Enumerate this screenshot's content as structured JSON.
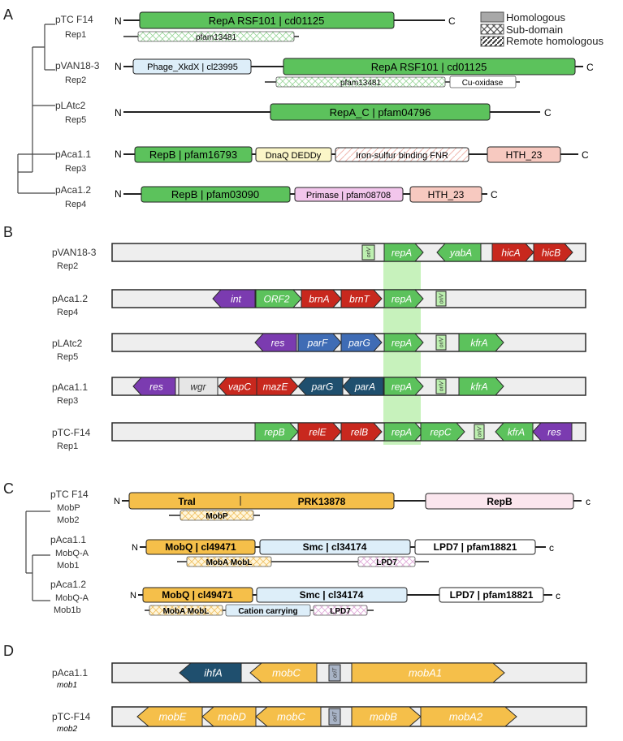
{
  "colors": {
    "green": "#5cc25c",
    "green_light": "#bdf0b0",
    "red": "#c8281e",
    "purple": "#7b3bb0",
    "blue": "#3f6cb5",
    "navy": "#1f4f6e",
    "gray": "#e6e6e6",
    "orange": "#f5bf4a",
    "pink": "#f7c9c0",
    "light_pink": "#fbe6ee",
    "light_blue": "#ddeef9",
    "light_yellow": "#fbf6c8",
    "magenta": "#f2c6ec"
  },
  "panels": {
    "A": "A",
    "B": "B",
    "C": "C",
    "D": "D"
  },
  "legend": {
    "homologous": "Homologous",
    "subdomain": "Sub-domain",
    "remote": "Remote homologous"
  },
  "termini": {
    "n": "N",
    "c": "C",
    "c_lower": "c"
  },
  "panelA": {
    "rows": [
      {
        "plasmid": "pTC F14",
        "rep": "Rep1",
        "domains": [
          {
            "label": "RepA RSF101     |     cd01125",
            "fill": "green"
          },
          {
            "label": "pfam13481",
            "fill": "sub"
          }
        ]
      },
      {
        "plasmid": "pVAN18-3",
        "rep": "Rep2",
        "domains": [
          {
            "label": "Phage_XkdX  | cl23995",
            "fill": "light_blue"
          },
          {
            "label": "RepA RSF101     |     cd01125",
            "fill": "green"
          },
          {
            "label": "pfam13481",
            "fill": "sub"
          },
          {
            "label": "Cu-oxidase",
            "fill": "white"
          }
        ]
      },
      {
        "plasmid": "pLAtc2",
        "rep": "Rep5",
        "domains": [
          {
            "label": "RepA_C          |          pfam04796",
            "fill": "green"
          }
        ]
      },
      {
        "plasmid": "pAca1.1",
        "rep": "Rep3",
        "domains": [
          {
            "label": "RepB  |  pfam16793",
            "fill": "green"
          },
          {
            "label": "DnaQ DEDDy",
            "fill": "light_yellow"
          },
          {
            "label": "Iron-sulfur binding FNR",
            "fill": "remote_white"
          },
          {
            "label": "HTH_23",
            "fill": "pink"
          }
        ]
      },
      {
        "plasmid": "pAca1.2",
        "rep": "Rep4",
        "domains": [
          {
            "label": "RepB    |    pfam03090",
            "fill": "green"
          },
          {
            "label": "Primase  |  pfam08708",
            "fill": "magenta"
          },
          {
            "label": "HTH_23",
            "fill": "pink"
          }
        ]
      }
    ]
  },
  "panelB": {
    "rows": [
      {
        "plasmid": "pVAN18-3",
        "rep": "Rep2",
        "genes": [
          {
            "name": "oriV",
            "color": "green_light"
          },
          {
            "name": "repA",
            "color": "green"
          },
          {
            "name": "yabA",
            "color": "green"
          },
          {
            "name": "hicA",
            "color": "red"
          },
          {
            "name": "hicB",
            "color": "red"
          }
        ]
      },
      {
        "plasmid": "pAca1.2",
        "rep": "Rep4",
        "genes": [
          {
            "name": "int",
            "color": "purple"
          },
          {
            "name": "ORF2",
            "color": "green"
          },
          {
            "name": "brnA",
            "color": "red"
          },
          {
            "name": "brnT",
            "color": "red"
          },
          {
            "name": "repA",
            "color": "green"
          },
          {
            "name": "oriV",
            "color": "green_light"
          }
        ]
      },
      {
        "plasmid": "pLAtc2",
        "rep": "Rep5",
        "genes": [
          {
            "name": "res",
            "color": "purple"
          },
          {
            "name": "parF",
            "color": "blue"
          },
          {
            "name": "parG",
            "color": "blue"
          },
          {
            "name": "repA",
            "color": "green"
          },
          {
            "name": "oriV",
            "color": "green_light"
          },
          {
            "name": "kfrA",
            "color": "green"
          }
        ]
      },
      {
        "plasmid": "pAca1.1",
        "rep": "Rep3",
        "genes": [
          {
            "name": "res",
            "color": "purple"
          },
          {
            "name": "wgr",
            "color": "gray"
          },
          {
            "name": "vapC",
            "color": "red"
          },
          {
            "name": "mazE",
            "color": "red"
          },
          {
            "name": "parG",
            "color": "navy"
          },
          {
            "name": "parA",
            "color": "navy"
          },
          {
            "name": "repA",
            "color": "green"
          },
          {
            "name": "oriV",
            "color": "green_light"
          },
          {
            "name": "kfrA",
            "color": "green"
          }
        ]
      },
      {
        "plasmid": "pTC-F14",
        "rep": "Rep1",
        "genes": [
          {
            "name": "repB",
            "color": "green"
          },
          {
            "name": "relE",
            "color": "red"
          },
          {
            "name": "relB",
            "color": "red"
          },
          {
            "name": "repA",
            "color": "green"
          },
          {
            "name": "repC",
            "color": "green"
          },
          {
            "name": "oriV",
            "color": "green_light"
          },
          {
            "name": "kfrA",
            "color": "green"
          },
          {
            "name": "res",
            "color": "purple"
          }
        ]
      }
    ]
  },
  "panelC": {
    "rows": [
      {
        "plasmid": "pTC F14",
        "mob": "MobP",
        "group": "Mob2",
        "domains": [
          {
            "label": "TraI",
            "fill": "orange"
          },
          {
            "label": "PRK13878",
            "fill": "orange"
          },
          {
            "label": "RepB",
            "fill": "light_pink"
          },
          {
            "label": "MobP",
            "fill": "sub_orange"
          }
        ]
      },
      {
        "plasmid": "pAca1.1",
        "mob": "MobQ-A",
        "group": "Mob1",
        "domains": [
          {
            "label": "MobQ   |   cl49471",
            "fill": "orange"
          },
          {
            "label": "Smc     |     cl34174",
            "fill": "light_blue"
          },
          {
            "label": "LPD7 | pfam18821",
            "fill": "white"
          },
          {
            "label": "MobA MobL",
            "fill": "sub_orange"
          },
          {
            "label": "LPD7",
            "fill": "sub_pink"
          }
        ]
      },
      {
        "plasmid": "pAca1.2",
        "mob": "MobQ-A",
        "group": "Mob1b",
        "domains": [
          {
            "label": "MobQ   |   cl49471",
            "fill": "orange"
          },
          {
            "label": "Smc     |     cl34174",
            "fill": "light_blue"
          },
          {
            "label": "LPD7  |  pfam18821",
            "fill": "white"
          },
          {
            "label": "MobA MobL",
            "fill": "sub_orange"
          },
          {
            "label": "Cation carrying",
            "fill": "light_blue"
          },
          {
            "label": "LPD7",
            "fill": "sub_pink"
          }
        ]
      }
    ]
  },
  "panelD": {
    "rows": [
      {
        "plasmid": "pAca1.1",
        "mob": "mob1",
        "genes": [
          {
            "name": "ihfA",
            "color": "navy"
          },
          {
            "name": "mobC",
            "color": "orange"
          },
          {
            "name": "oriT",
            "color": "slate"
          },
          {
            "name": "mobA1",
            "color": "orange"
          }
        ]
      },
      {
        "plasmid": "pTC-F14",
        "mob": "mob2",
        "genes": [
          {
            "name": "mobE",
            "color": "orange"
          },
          {
            "name": "mobD",
            "color": "orange"
          },
          {
            "name": "mobC",
            "color": "orange"
          },
          {
            "name": "oriT",
            "color": "slate"
          },
          {
            "name": "mobB",
            "color": "orange"
          },
          {
            "name": "mobA2",
            "color": "orange"
          }
        ]
      }
    ]
  }
}
